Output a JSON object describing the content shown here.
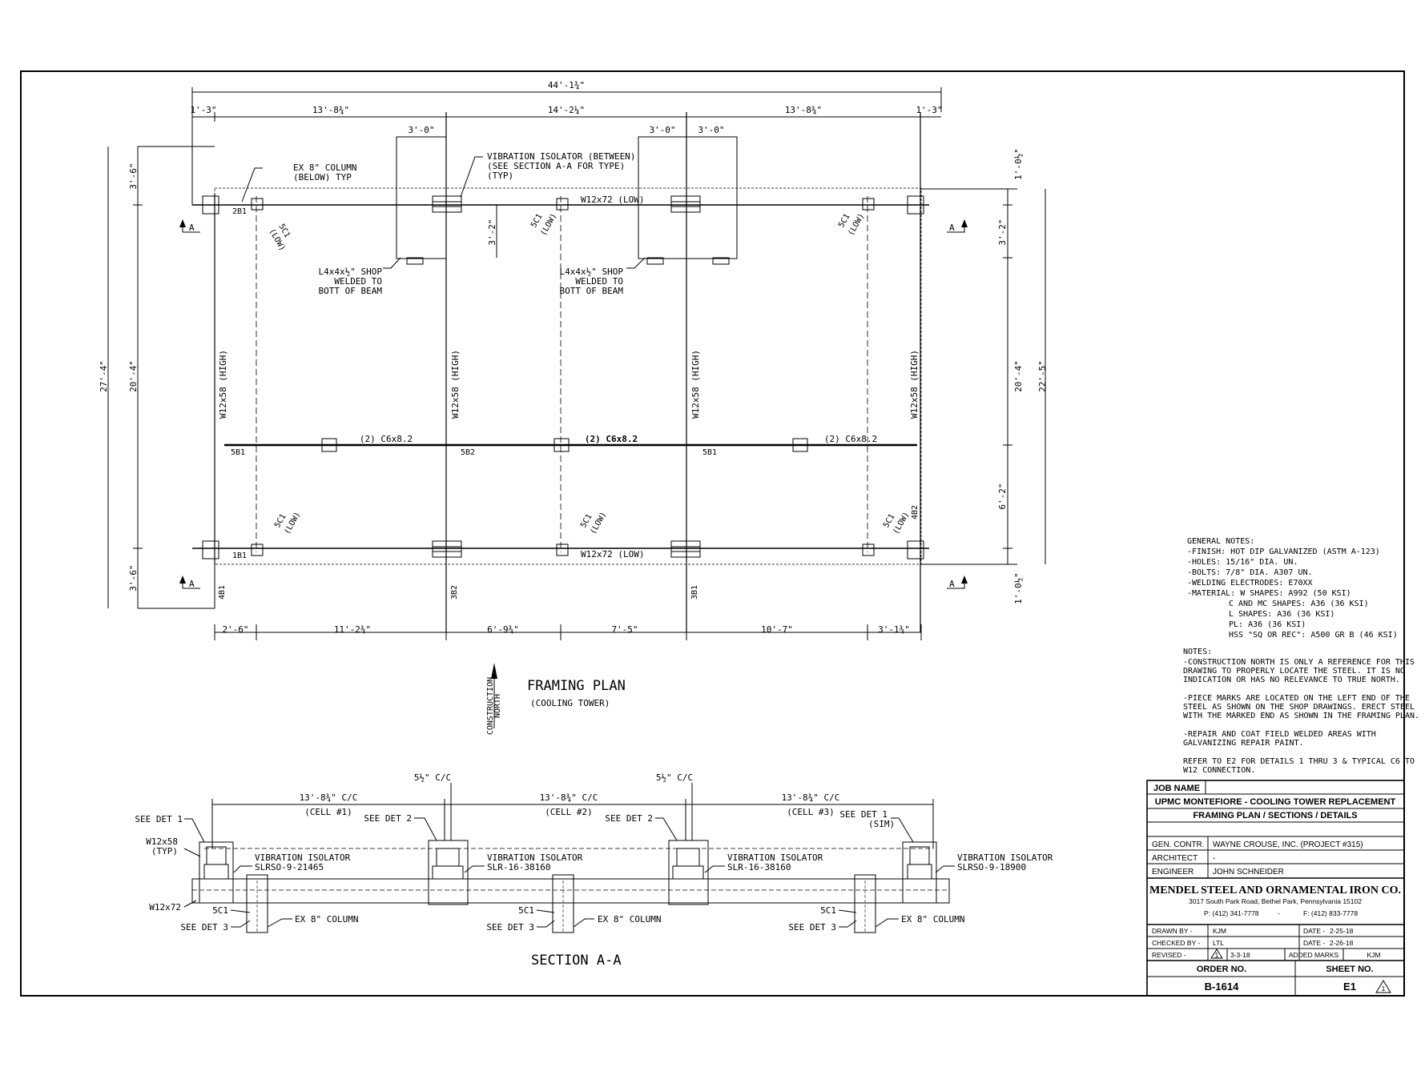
{
  "plan": {
    "title": "FRAMING PLAN",
    "subtitle": "(COOLING TOWER)",
    "north_label_1": "CONSTRUCTION",
    "north_label_2": "NORTH",
    "overall_width": "44'-1¾\"",
    "top_dims": [
      "1'-3\"",
      "13'-8¾\"",
      "14'-2¼\"",
      "13'-8¾\"",
      "1'-3\""
    ],
    "spacing_dims": [
      "3'-0\"",
      "3'-0\"",
      "3'-0\""
    ],
    "bottom_dims": [
      "2'-6\"",
      "11'-2¾\"",
      "6'-9¾\"",
      "7'-5\"",
      "10'-7\"",
      "3'-1¾\""
    ],
    "left_dims": [
      "3'-6\"",
      "20'-4\"",
      "3'-6\"",
      "27'-4\""
    ],
    "right_dims": [
      "1'-0½\"",
      "3'-2\"",
      "20'-4\"",
      "6'-2\"",
      "1'-0½\"",
      "22'-5\""
    ],
    "inner_dim": "3'-2\"",
    "callout_column_1": "EX 8\" COLUMN",
    "callout_column_2": "(BELOW) TYP",
    "callout_isolator_1": "VIBRATION ISOLATOR (BETWEEN)",
    "callout_isolator_2": "(SEE SECTION A-A FOR TYPE)",
    "callout_isolator_3": "(TYP)",
    "angle_1": "L4x4x½\" SHOP",
    "angle_2": "WELDED TO",
    "angle_3": "BOTT OF BEAM",
    "beam_top": "W12x72 (LOW)",
    "beam_bottom": "W12x72 (LOW)",
    "beam_vertical": "W12x58 (HIGH)",
    "channel": "(2) C6x8.2",
    "marks": {
      "m2B1": "2B1",
      "m1B1": "1B1",
      "m4B1": "4B1",
      "m3B2": "3B2",
      "m3B1": "3B1",
      "m4B2": "4B2",
      "m5B1": "5B1",
      "m5B2": "5B2",
      "m5C1": "5C1",
      "low": "(LOW)",
      "sec": "A"
    }
  },
  "section": {
    "title": "SECTION A-A",
    "cc1": "13'-8¾\" C/C",
    "cell1": "(CELL #1)",
    "cc2": "13'-8¾\" C/C",
    "cell2": "(CELL #2)",
    "cc3": "13'-8¾\" C/C",
    "cell3": "(CELL #3)",
    "gap": "5½\" C/C",
    "see_det_1": "SEE DET 1",
    "see_det_1_sim": "(SIM)",
    "see_det_2": "SEE DET 2",
    "see_det_3": "SEE DET 3",
    "w12x58": "W12x58",
    "typ": "(TYP)",
    "w12x72": "W12x72",
    "vib": "VIBRATION ISOLATOR",
    "slrso_21465": "SLRSO-9-21465",
    "slr_38160": "SLR-16-38160",
    "slrso_18900": "SLRSO-9-18900",
    "col": "EX 8\" COLUMN",
    "c5": "5C1"
  },
  "notes": {
    "general": [
      "GENERAL NOTES:",
      "-FINISH: HOT DIP GALVANIZED (ASTM A-123)",
      "-HOLES: 15/16\" DIA. UN.",
      "-BOLTS: 7/8\" DIA. A307 UN.",
      "-WELDING ELECTRODES: E70XX",
      "-MATERIAL: W SHAPES: A992 (50 KSI)",
      "C AND MC SHAPES: A36 (36 KSI)",
      "L SHAPES: A36 (36 KSI)",
      "PL: A36 (36 KSI)",
      "HSS \"SQ OR REC\": A500 GR B (46 KSI)"
    ],
    "notes": [
      "NOTES:",
      "-CONSTRUCTION NORTH IS ONLY A REFERENCE FOR THIS",
      "DRAWING TO PROPERLY LOCATE THE STEEL. IT IS NO",
      "INDICATION OR HAS NO RELEVANCE TO TRUE NORTH.",
      "",
      "-PIECE MARKS ARE LOCATED ON THE LEFT END OF THE",
      "STEEL AS SHOWN ON THE SHOP DRAWINGS. ERECT STEEL",
      "WITH THE MARKED END AS SHOWN IN THE FRAMING PLAN.",
      "",
      "-REPAIR AND COAT FIELD WELDED AREAS WITH",
      "GALVANIZING REPAIR PAINT.",
      "",
      "REFER TO E2 FOR DETAILS 1 THRU 3 & TYPICAL C6 TO",
      "W12 CONNECTION."
    ]
  },
  "title_block": {
    "job_name_label": "JOB NAME",
    "job_name": "UPMC MONTEFIORE - COOLING TOWER REPLACEMENT",
    "sheet_title": "FRAMING PLAN / SECTIONS / DETAILS",
    "gen_contr_label": "GEN. CONTR.",
    "gen_contr": "WAYNE CROUSE, INC. (PROJECT #315)",
    "architect_label": "ARCHITECT",
    "architect": "-",
    "engineer_label": "ENGINEER",
    "engineer": "JOHN SCHNEIDER",
    "company": "MENDEL STEEL AND ORNAMENTAL IRON CO.",
    "address": "3017 South Park Road, Bethel Park, Pennsylvania 15102",
    "phone": "P: (412) 341-7778",
    "dash": "-",
    "fax": "F: (412) 833-7778",
    "drawn_by_label": "DRAWN BY -",
    "drawn_by": "KJM",
    "date1_label": "DATE -",
    "date1": "2-25-18",
    "checked_by_label": "CHECKED BY -",
    "checked_by": "LTL",
    "date2_label": "DATE -",
    "date2": "2-26-18",
    "revised_label": "REVISED -",
    "rev_num": "1",
    "rev_date": "3-3-18",
    "rev_desc": "ADDED MARKS",
    "rev_by": "KJM",
    "order_label": "ORDER NO.",
    "sheet_label": "SHEET NO.",
    "order_no": "B-1614",
    "sheet_no": "E1",
    "sheet_rev": "1"
  }
}
